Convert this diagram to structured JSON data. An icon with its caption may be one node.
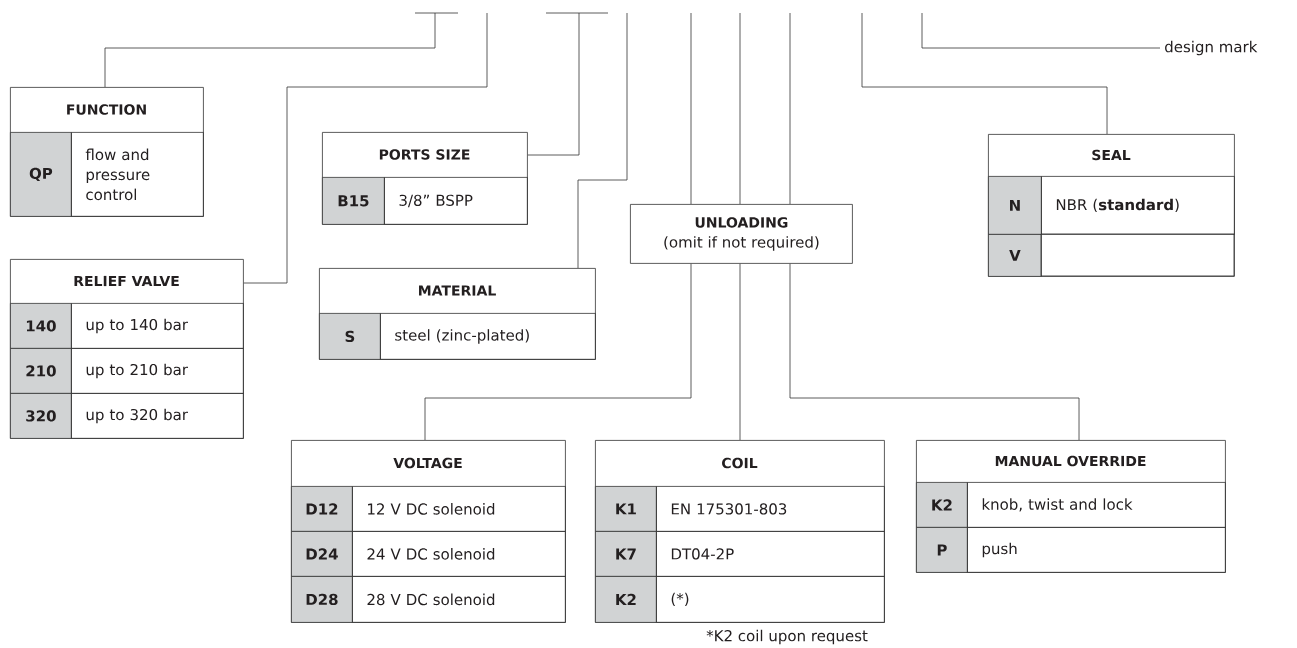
{
  "diagram": {
    "nodes": [
      {
        "text": [
          "FUNCTION"
        ]
      },
      {
        "text": [
          "QP",
          "flow and pressure control"
        ],
        "in": 0
      },
      {
        "text": [
          "RELIEF VALVE"
        ]
      },
      {
        "text": [
          "140",
          "up to 140 bar"
        ],
        "in": 2
      },
      {
        "text": [
          "210",
          "up to 210 bar"
        ],
        "in": 2
      },
      {
        "text": [
          "320",
          "up to 320 bar"
        ],
        "in": 2
      },
      {
        "text": [
          "PORTS SIZE"
        ]
      },
      {
        "text": [
          "B15",
          "3/8” BSPP"
        ],
        "in": 6
      },
      {
        "text": [
          "MATERIAL"
        ]
      },
      {
        "text": [
          "S",
          "steel (zinc-plated)"
        ],
        "in": 8
      },
      {
        "text": [
          "UNLOADING",
          "(omit if not required)"
        ]
      },
      {
        "text": [
          "SEAL"
        ]
      },
      {
        "text": [
          "N",
          "NBR (**standard**)"
        ],
        "in": 11
      },
      {
        "text": [
          "V"
        ],
        "in": 11
      },
      {
        "text": [
          "design mark"
        ]
      },
      {
        "text": [
          "VOLTAGE"
        ]
      },
      {
        "text": [
          "D12",
          "12 V DC solenoid"
        ],
        "in": 15
      },
      {
        "text": [
          "D24",
          "24 V DC solenoid"
        ],
        "in": 15
      },
      {
        "text": [
          "D28",
          "28 V DC solenoid"
        ],
        "in": 15
      },
      {
        "text": [
          "COIL"
        ]
      },
      {
        "text": [
          "K1",
          "EN 175301-803"
        ],
        "in": 19
      },
      {
        "text": [
          "K7",
          "DT04-2P"
        ],
        "in": 19
      },
      {
        "text": [
          "K2",
          "(*)"
        ],
        "in": 19
      },
      {
        "text": [
          "MANUAL OVERRIDE"
        ]
      },
      {
        "text": [
          "K2",
          "knob, twist and lock"
        ],
        "in": 23
      },
      {
        "text": [
          "P",
          "push"
        ],
        "in": 23
      }
    ],
    "edges": [
      {
        "from": null,
        "to": 0,
        "arrow": "none"
      },
      {
        "from": null,
        "to": 2,
        "arrow": "none"
      },
      {
        "from": null,
        "to": 6,
        "arrow": "none"
      },
      {
        "from": null,
        "to": 8,
        "arrow": "none"
      },
      {
        "from": null,
        "to": 10,
        "arrow": "none"
      },
      {
        "from": null,
        "to": 10,
        "arrow": "none"
      },
      {
        "from": null,
        "to": 10,
        "arrow": "none"
      },
      {
        "from": null,
        "to": 11,
        "arrow": "none"
      },
      {
        "from": null,
        "to": 14,
        "arrow": "none"
      },
      {
        "from": 10,
        "to": 15,
        "arrow": "none"
      },
      {
        "from": 10,
        "to": 19,
        "arrow": "none"
      },
      {
        "from": 10,
        "to": 23,
        "arrow": "none"
      }
    ],
    "labels": [
      "*K2 coil upon request"
    ]
  }
}
